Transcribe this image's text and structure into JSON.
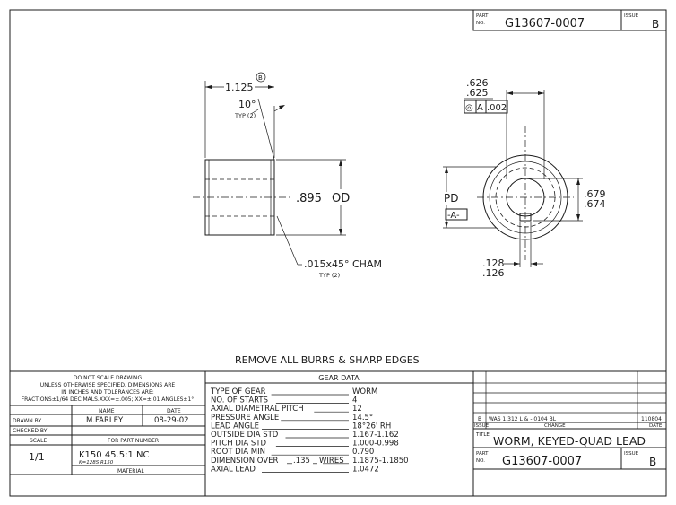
{
  "title_block_top": {
    "part_label_1": "PART",
    "part_label_2": "NO.",
    "part_no": "G13607-0007",
    "issue_label": "ISSUE",
    "issue": "B"
  },
  "side_view": {
    "length_dim": "1.125",
    "balloon": "B",
    "angle": "10°",
    "angle_note": "TYP (2)",
    "dia_dim": ".895",
    "od_label": "OD",
    "chamfer": ".015x45° CHAM",
    "chamfer_note": "TYP (2)"
  },
  "end_view": {
    "bore_max": ".626",
    "bore_min": ".625",
    "tol_symbol": "◎",
    "tol_datum": "A",
    "tol_value": ".002",
    "pd_label": "PD",
    "datum": "-A-",
    "key_max": ".679",
    "key_min": ".674",
    "slot_max": ".128",
    "slot_min": ".126"
  },
  "note": "REMOVE ALL BURRS & SHARP EDGES",
  "general": {
    "line1": "DO NOT SCALE DRAWING",
    "line2": "UNLESS OTHERWISE SPECIFIED, DIMENSIONS ARE",
    "line3": "IN INCHES AND TOLERANCES ARE:",
    "line4": "FRACTIONS±1/64  DECIMALS.XXX=±.005; XX=±.01  ANGLES±1°",
    "name_hdr": "NAME",
    "date_hdr": "DATE",
    "drawn_label": "DRAWN BY",
    "drawn_name": "M.FARLEY",
    "drawn_date": "08-29-02",
    "checked_label": "CHECKED BY",
    "scale_hdr": "SCALE",
    "for_part_hdr": "FOR PART NUMBER",
    "scale": "1/1",
    "for_part": "K150    45.5:1  NC",
    "for_part_hand": "K=128S R150",
    "material_hdr": "MATERIAL"
  },
  "gear_data": {
    "title": "GEAR DATA",
    "rows": [
      {
        "label": "TYPE OF GEAR",
        "value": "WORM"
      },
      {
        "label": "NO. OF STARTS",
        "value": "4"
      },
      {
        "label": "AXIAL DIAMETRAL PITCH",
        "value": "12"
      },
      {
        "label": "PRESSURE ANGLE",
        "value": "14.5°"
      },
      {
        "label": "LEAD ANGLE",
        "value": "18°26' RH"
      },
      {
        "label": "OUTSIDE DIA STD",
        "value": "1.167-1.162"
      },
      {
        "label": "PITCH DIA STD",
        "value": "1.000-0.998"
      },
      {
        "label": "ROOT DIA MIN",
        "value": "0.790"
      },
      {
        "label": "DIMENSION OVER",
        "value": "1.1875-1.1850"
      },
      {
        "label": "AXIAL LEAD",
        "value": "1.0472"
      }
    ],
    "wire_size": ".135",
    "wires_label": "WIRES"
  },
  "revisions": {
    "rev": "B",
    "description": "WAS 1.312 L & -.0104 BL",
    "date": "110804",
    "issue_hdr": "ISSUE",
    "change_hdr": "CHANGE",
    "date_hdr": "DATE",
    "title_label": "TITLE",
    "title": "WORM, KEYED-QUAD LEAD",
    "part_label_1": "PART",
    "part_label_2": "NO.",
    "part_no": "G13607-0007",
    "issue_label": "ISSUE",
    "issue": "B"
  }
}
